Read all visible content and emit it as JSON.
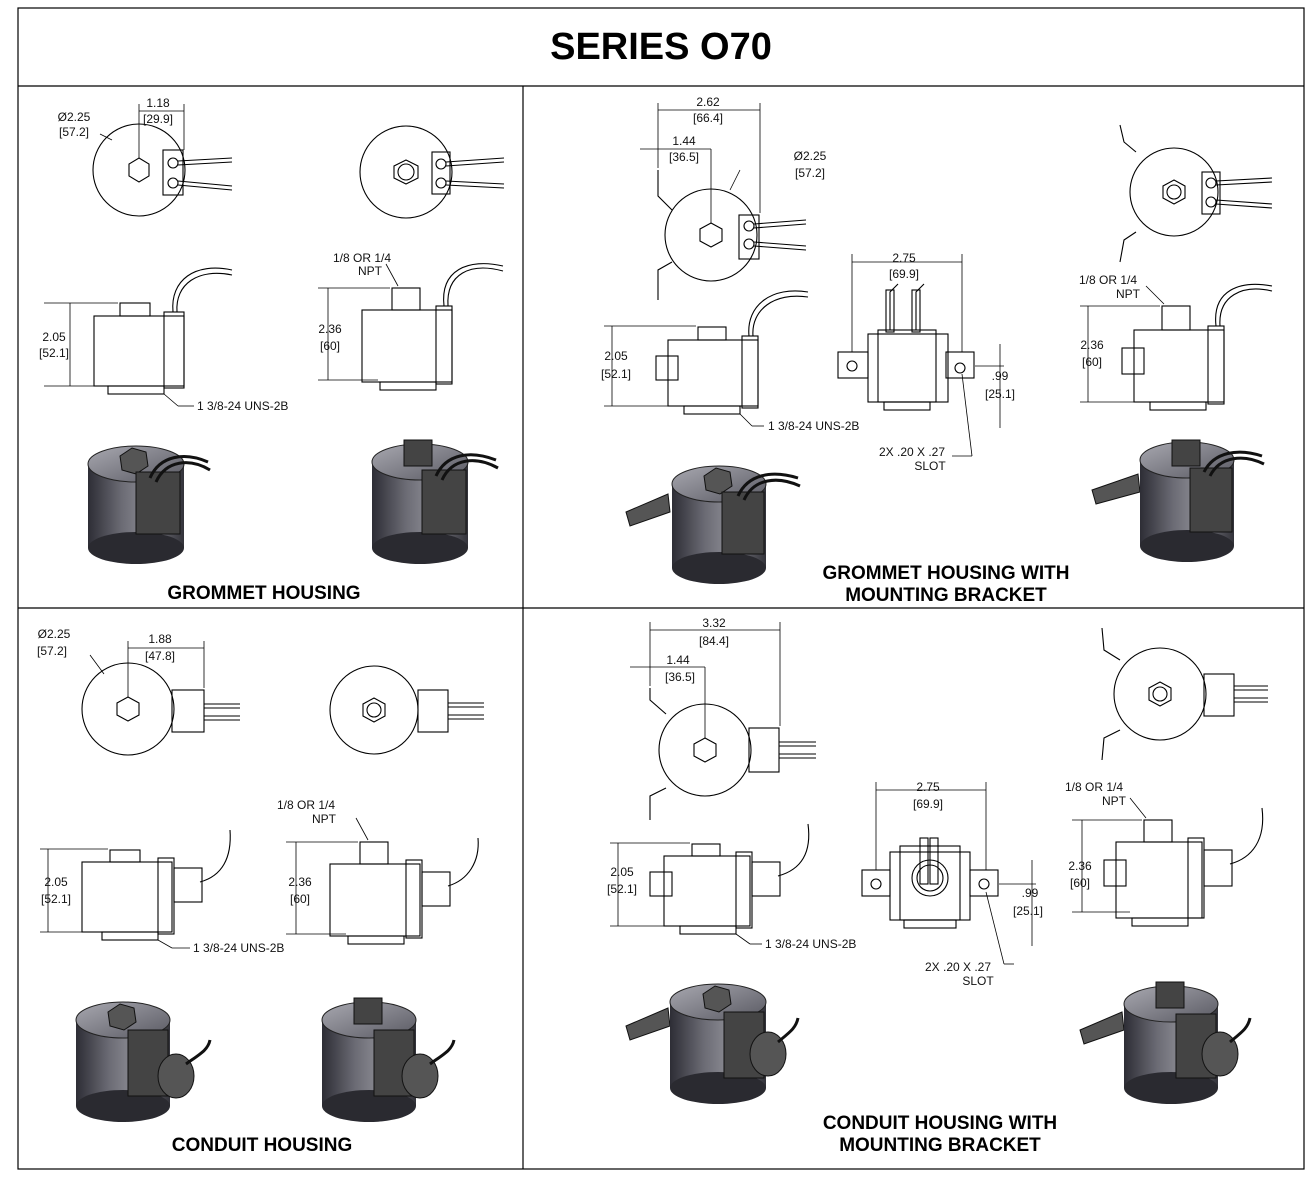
{
  "title": "SERIES O70",
  "panels": {
    "grommet": {
      "caption": "GROMMET HOUSING",
      "dia_in": "Ø2.25",
      "dia_mm": "[57.2]",
      "width_in": "1.18",
      "width_mm": "[29.9]",
      "height_in": "2.05",
      "height_mm": "[52.1]",
      "thread": "1 3/8-24 UNS-2B",
      "npt_1": "1/8 OR 1/4",
      "npt_2": "NPT",
      "height2_in": "2.36",
      "height2_mm": "[60]"
    },
    "grommet_bracket": {
      "caption_1": "GROMMET HOUSING WITH",
      "caption_2": "MOUNTING BRACKET",
      "overall_in": "2.62",
      "overall_mm": "[66.4]",
      "offset_in": "1.44",
      "offset_mm": "[36.5]",
      "dia_in": "Ø2.25",
      "dia_mm": "[57.2]",
      "height_in": "2.05",
      "height_mm": "[52.1]",
      "thread": "1 3/8-24 UNS-2B",
      "bracket_in": "2.75",
      "bracket_mm": "[69.9]",
      "slot_h_in": ".99",
      "slot_h_mm": "[25.1]",
      "slot_1": "2X .20 X .27",
      "slot_2": "SLOT",
      "npt_1": "1/8 OR 1/4",
      "npt_2": "NPT",
      "height2_in": "2.36",
      "height2_mm": "[60]"
    },
    "conduit": {
      "caption": "CONDUIT HOUSING",
      "dia_in": "Ø2.25",
      "dia_mm": "[57.2]",
      "width_in": "1.88",
      "width_mm": "[47.8]",
      "height_in": "2.05",
      "height_mm": "[52.1]",
      "thread": "1 3/8-24 UNS-2B",
      "npt_1": "1/8 OR 1/4",
      "npt_2": "NPT",
      "height2_in": "2.36",
      "height2_mm": "[60]"
    },
    "conduit_bracket": {
      "caption_1": "CONDUIT HOUSING WITH",
      "caption_2": "MOUNTING BRACKET",
      "overall_in": "3.32",
      "overall_mm": "[84.4]",
      "offset_in": "1.44",
      "offset_mm": "[36.5]",
      "height_in": "2.05",
      "height_mm": "[52.1]",
      "thread": "1 3/8-24 UNS-2B",
      "bracket_in": "2.75",
      "bracket_mm": "[69.9]",
      "slot_h_in": ".99",
      "slot_h_mm": "[25.1]",
      "slot_1": "2X .20 X .27",
      "slot_2": "SLOT",
      "npt_1": "1/8 OR 1/4",
      "npt_2": "NPT",
      "height2_in": "2.36",
      "height2_mm": "[60]"
    }
  }
}
